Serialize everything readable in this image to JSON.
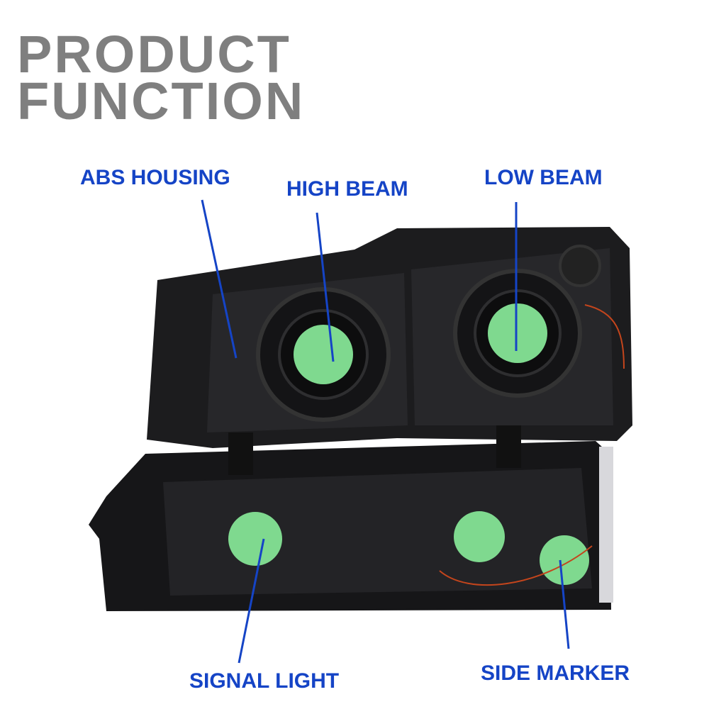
{
  "title": {
    "line1": "PRODUCT",
    "line2": "FUNCTION"
  },
  "labels": {
    "abs_housing": "ABS HOUSING",
    "high_beam": "HIGH BEAM",
    "low_beam": "LOW BEAM",
    "signal_light": "SIGNAL LIGHT",
    "side_marker": "SIDE MARKER"
  },
  "colors": {
    "title": "#7f7f7f",
    "label": "#1544c6",
    "bulb_cap": "#7fd98f",
    "housing": "#1c1c1e"
  }
}
